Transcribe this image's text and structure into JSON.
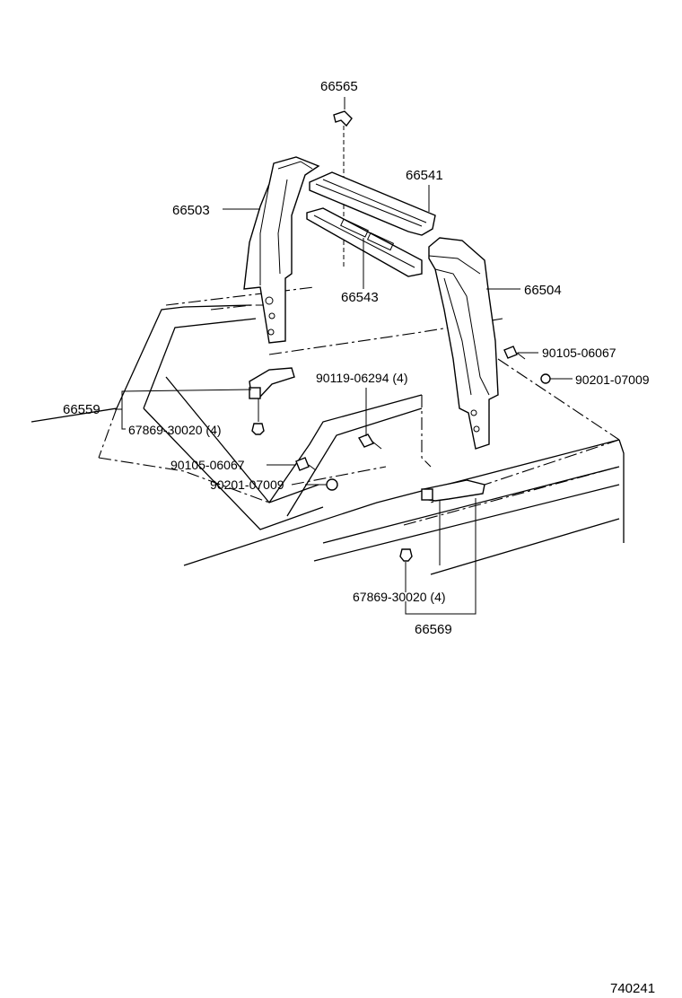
{
  "labels": {
    "p66565": "66565",
    "p66541": "66541",
    "p66503": "66503",
    "p66543": "66543",
    "p66504": "66504",
    "p90105_r": "90105-06067",
    "p90201_r": "90201-07009",
    "p90119": "90119-06294 (4)",
    "p66559": "66559",
    "p67869_l": "67869-30020 (4)",
    "p90105_l": "90105-06067",
    "p90201_l": "90201-07009",
    "p67869_b": "67869-30020 (4)",
    "p66569": "66569",
    "figure_id": "740241"
  }
}
